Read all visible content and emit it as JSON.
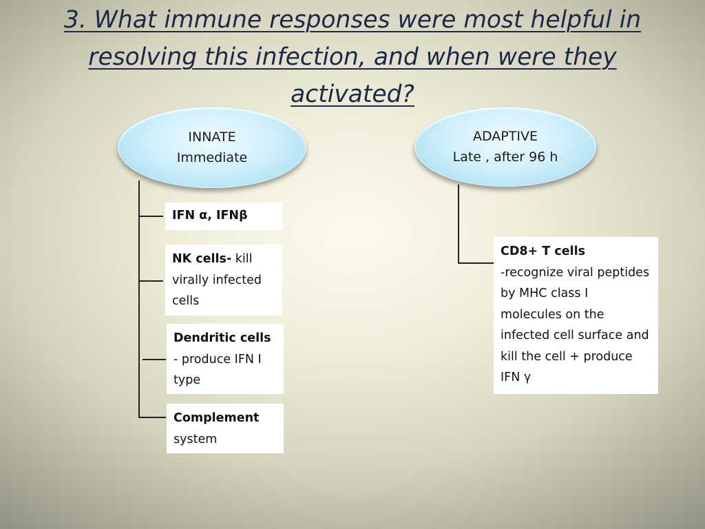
{
  "title": "3. What immune responses were most helpful in resolving this infection, and when were they activated?",
  "innate": {
    "heading": "INNATE",
    "timing": "Immediate",
    "items": [
      {
        "bold": "IFN α, IFNβ",
        "text": ""
      },
      {
        "bold": "NK cells-",
        "text": " kill virally infected cells"
      },
      {
        "bold": "Dendritic cells",
        "text": "- produce IFN I type"
      },
      {
        "bold": "Complement",
        "text": "system"
      }
    ]
  },
  "adaptive": {
    "heading": "ADAPTIVE",
    "timing": "Late , after 96 h",
    "items": [
      {
        "bold": "CD8+ T cells",
        "text": "-recognize viral peptides by MHC class I molecules on the infected cell surface and kill the cell + produce IFN γ"
      }
    ]
  },
  "colors": {
    "title": "#1b2946",
    "oval_fill": "#c8ecf8",
    "connector": "#222222",
    "box_fill": "#ffffff"
  }
}
